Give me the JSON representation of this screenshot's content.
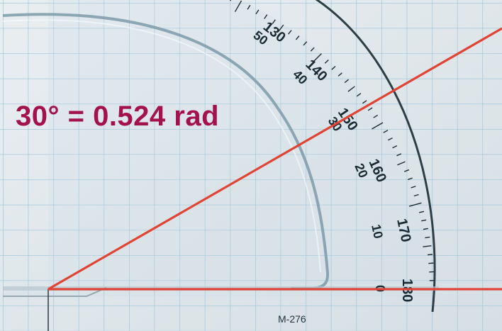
{
  "caption": "30° = 0.524 rad",
  "protractor": {
    "model": "M-276",
    "outer_labels": [
      "130",
      "140",
      "150",
      "160",
      "170",
      "180"
    ],
    "inner_labels": [
      "50",
      "40",
      "30",
      "20",
      "10",
      "0"
    ]
  },
  "colors": {
    "grid_line": "#8fb7cf",
    "paper": "#e3eaee",
    "red_line": "#e04434",
    "caption": "#a3124a",
    "protractor_edge": "#2b3a40"
  }
}
